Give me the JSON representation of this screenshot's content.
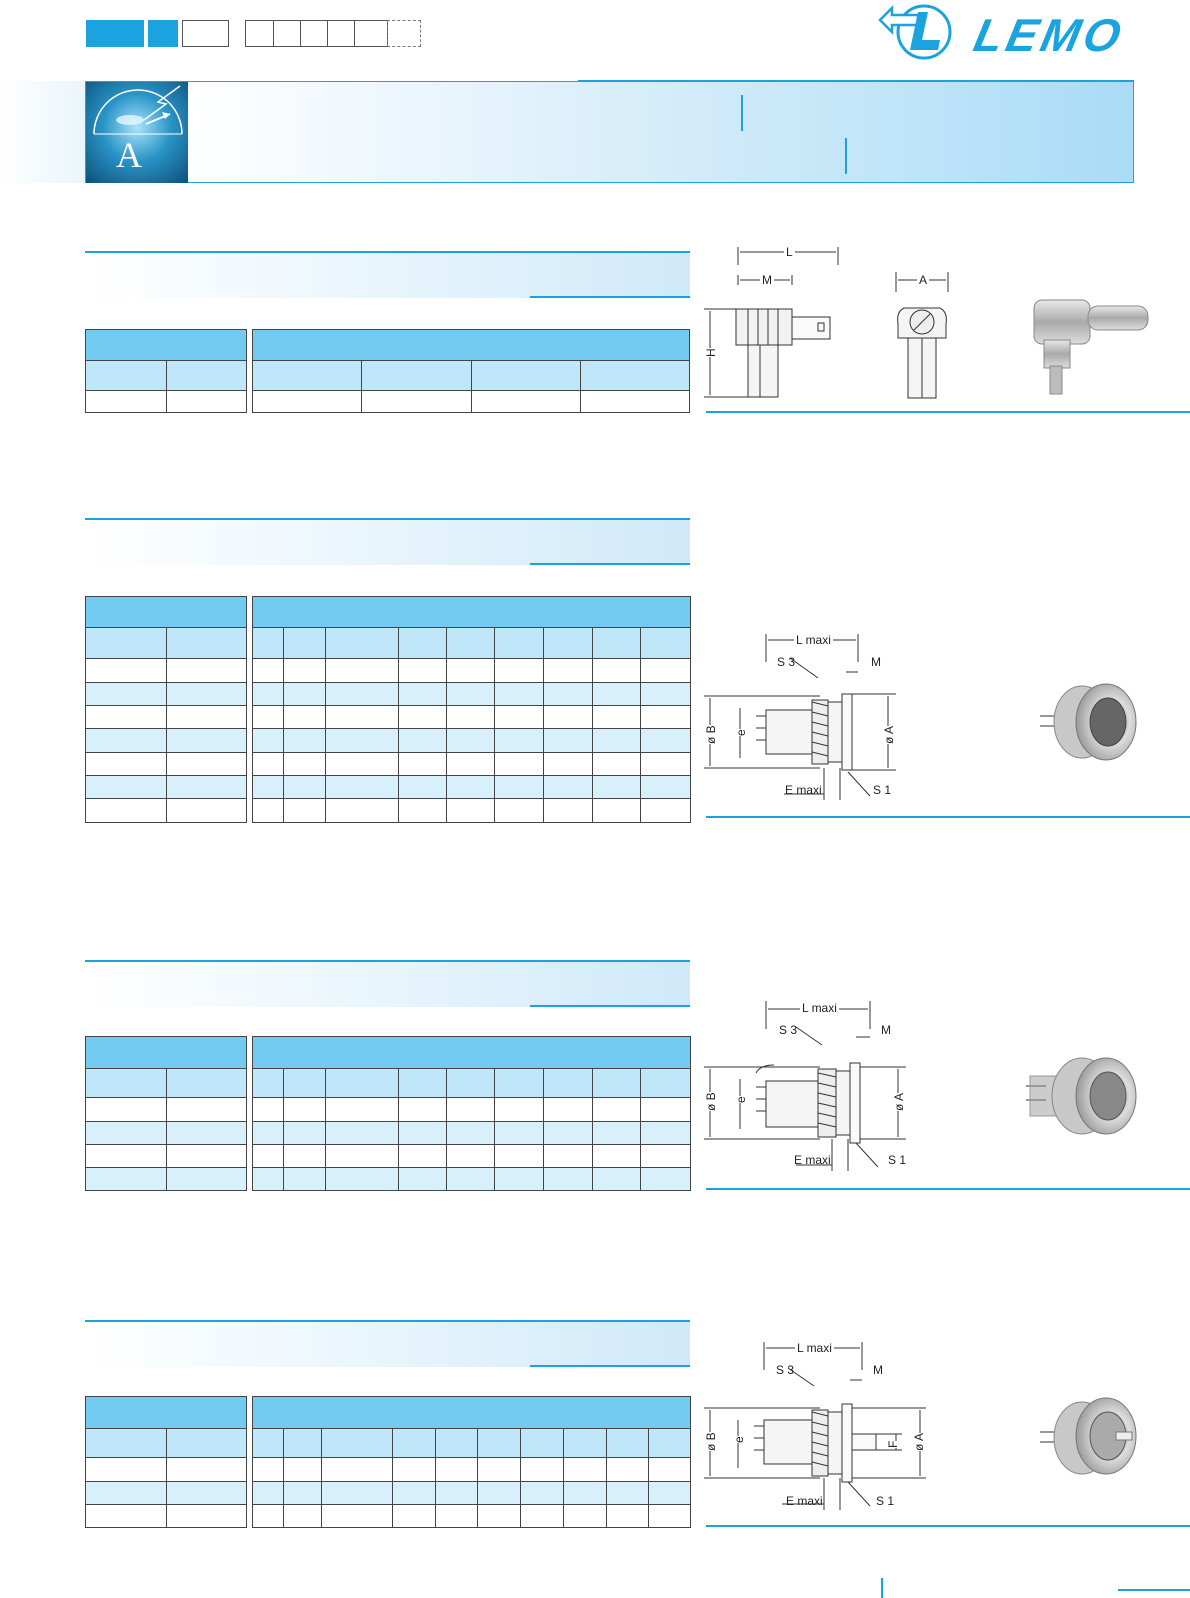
{
  "header": {
    "logo_text": "LEMO",
    "banner_letter": "A"
  },
  "drawings": {
    "elbow": {
      "dim_L": "L",
      "dim_M": "M",
      "dim_H": "H",
      "dim_A": "A"
    },
    "socket1": {
      "L_maxi": "L maxi",
      "S3": "S 3",
      "M": "M",
      "oB": "ø B",
      "e": "e",
      "oA": "ø A",
      "E_maxi": "E maxi",
      "S1": "S 1"
    },
    "socket2": {
      "L_maxi": "L maxi",
      "S3": "S 3",
      "M": "M",
      "oB": "ø B",
      "e": "e",
      "oA": "ø A",
      "E_maxi": "E maxi",
      "S1": "S 1"
    },
    "socket3": {
      "L_maxi": "L maxi",
      "S3": "S 3",
      "M": "M",
      "oB": "ø B",
      "e": "e",
      "F": "F",
      "oA": "ø A",
      "E_maxi": "E maxi",
      "S1": "S 1"
    }
  },
  "colors": {
    "accent": "#1aa3df",
    "header_cell": "#74cbf1",
    "subheader_cell": "#bfe6f9",
    "row_alt": "#d7f0fc"
  }
}
